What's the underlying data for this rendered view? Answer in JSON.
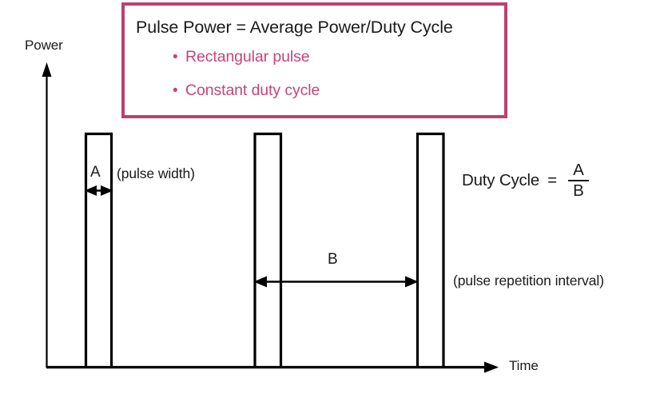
{
  "figure": {
    "title_text": "Pulse Power = Average Power/Duty Cycle",
    "bullets": [
      {
        "marker": "•",
        "text": "Rectangular pulse"
      },
      {
        "marker": "•",
        "text": "Constant duty cycle"
      }
    ],
    "axes": {
      "y_label": "Power",
      "x_label": "Time"
    },
    "annotations": {
      "pulse_width_symbol": "A",
      "pulse_width_text": "(pulse width)",
      "repetition_symbol": "B",
      "repetition_text": "(pulse repetition interval)"
    },
    "formula": {
      "label": "Duty Cycle",
      "equals": "=",
      "numerator": "A",
      "denominator": "B"
    },
    "colors": {
      "accent": "#bd4070",
      "bullet_text": "#c4457a",
      "ink": "#1a1a1a",
      "background": "#ffffff"
    }
  },
  "chart_data": {
    "type": "line",
    "title": "Pulse Power = Average Power/Duty Cycle",
    "xlabel": "Time",
    "ylabel": "Power",
    "grid": false,
    "legend": null,
    "description": "Idealized rectangular pulse train showing pulse width A and pulse repetition interval B on Power vs Time axes.",
    "series": [
      {
        "name": "Pulse train",
        "x": [
          58,
          107,
          107,
          140,
          140,
          318,
          318,
          352,
          352,
          521,
          521,
          555,
          555,
          622
        ],
        "y": [
          0,
          0,
          1,
          1,
          0,
          0,
          1,
          1,
          0,
          0,
          1,
          1,
          0,
          0
        ]
      }
    ],
    "pulses": [
      {
        "index": 1,
        "x_start": 107,
        "x_end": 140,
        "width": 33,
        "amplitude": 1
      },
      {
        "index": 2,
        "x_start": 318,
        "x_end": 352,
        "width": 34,
        "amplitude": 1
      },
      {
        "index": 3,
        "x_start": 521,
        "x_end": 555,
        "width": 34,
        "amplitude": 1
      }
    ],
    "measures": [
      {
        "symbol": "A",
        "name": "pulse width",
        "from_x": 107,
        "to_x": 140,
        "value": 33
      },
      {
        "symbol": "B",
        "name": "pulse repetition interval",
        "from_x": 318,
        "to_x": 521,
        "value": 203
      }
    ],
    "duty_cycle": "A/B",
    "ylim": [
      0,
      1.25
    ],
    "xlim": [
      58,
      622
    ]
  }
}
